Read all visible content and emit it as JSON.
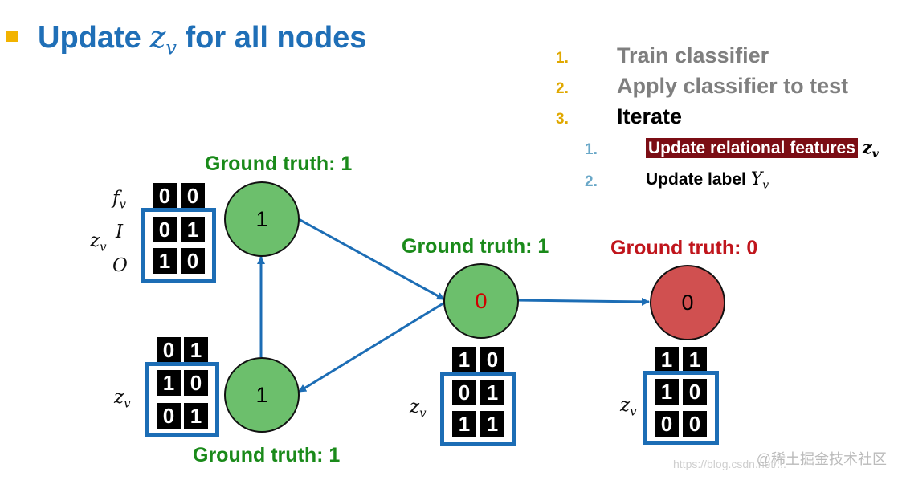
{
  "title": {
    "prefix": "Update ",
    "var": "z",
    "sub": "v",
    "suffix": " for all nodes"
  },
  "steps": [
    {
      "num": "1.",
      "label": "Train classifier",
      "color": "#7f7f7f"
    },
    {
      "num": "2.",
      "label": "Apply classifier to test",
      "color": "#7f7f7f"
    },
    {
      "num": "3.",
      "label": "Iterate",
      "color": "#000000"
    }
  ],
  "substeps": [
    {
      "num": "1.",
      "label": "Update relational features",
      "var": "z",
      "sub": "v"
    },
    {
      "num": "2.",
      "label": "Update label",
      "var": "Y",
      "sub": "v"
    }
  ],
  "ground_truth": {
    "top_left": "Ground truth: 1",
    "bottom_left": "Ground truth: 1",
    "middle": "Ground truth: 1",
    "right": "Ground truth: 0"
  },
  "nodes": {
    "top_left": "1",
    "bottom_left": "1",
    "middle": "0",
    "right": "0"
  },
  "matrices": {
    "top_left": {
      "f": [
        "0",
        "0"
      ],
      "I": [
        "0",
        "1"
      ],
      "O": [
        "1",
        "0"
      ]
    },
    "bottom_left": {
      "f": [
        "0",
        "1"
      ],
      "I": [
        "1",
        "0"
      ],
      "O": [
        "0",
        "1"
      ]
    },
    "middle": {
      "f": [
        "1",
        "0"
      ],
      "I": [
        "0",
        "1"
      ],
      "O": [
        "1",
        "1"
      ]
    },
    "right": {
      "f": [
        "1",
        "1"
      ],
      "I": [
        "1",
        "0"
      ],
      "O": [
        "0",
        "0"
      ]
    }
  },
  "labels": {
    "f": "f",
    "f_sub": "v",
    "z": "z",
    "z_sub": "v",
    "I": "I",
    "O": "O"
  },
  "watermark": {
    "line1": "@稀土掘金技术社区",
    "line2": "https://blog.csdn.net/..."
  },
  "colors": {
    "title": "#1f6fb7",
    "edge": "#1c6db5",
    "green_node": "#6cbf6c",
    "red_node": "#d05050",
    "gt_green": "#1a8a1a",
    "gt_red": "#c0151c",
    "highlight": "#7b0d14"
  }
}
